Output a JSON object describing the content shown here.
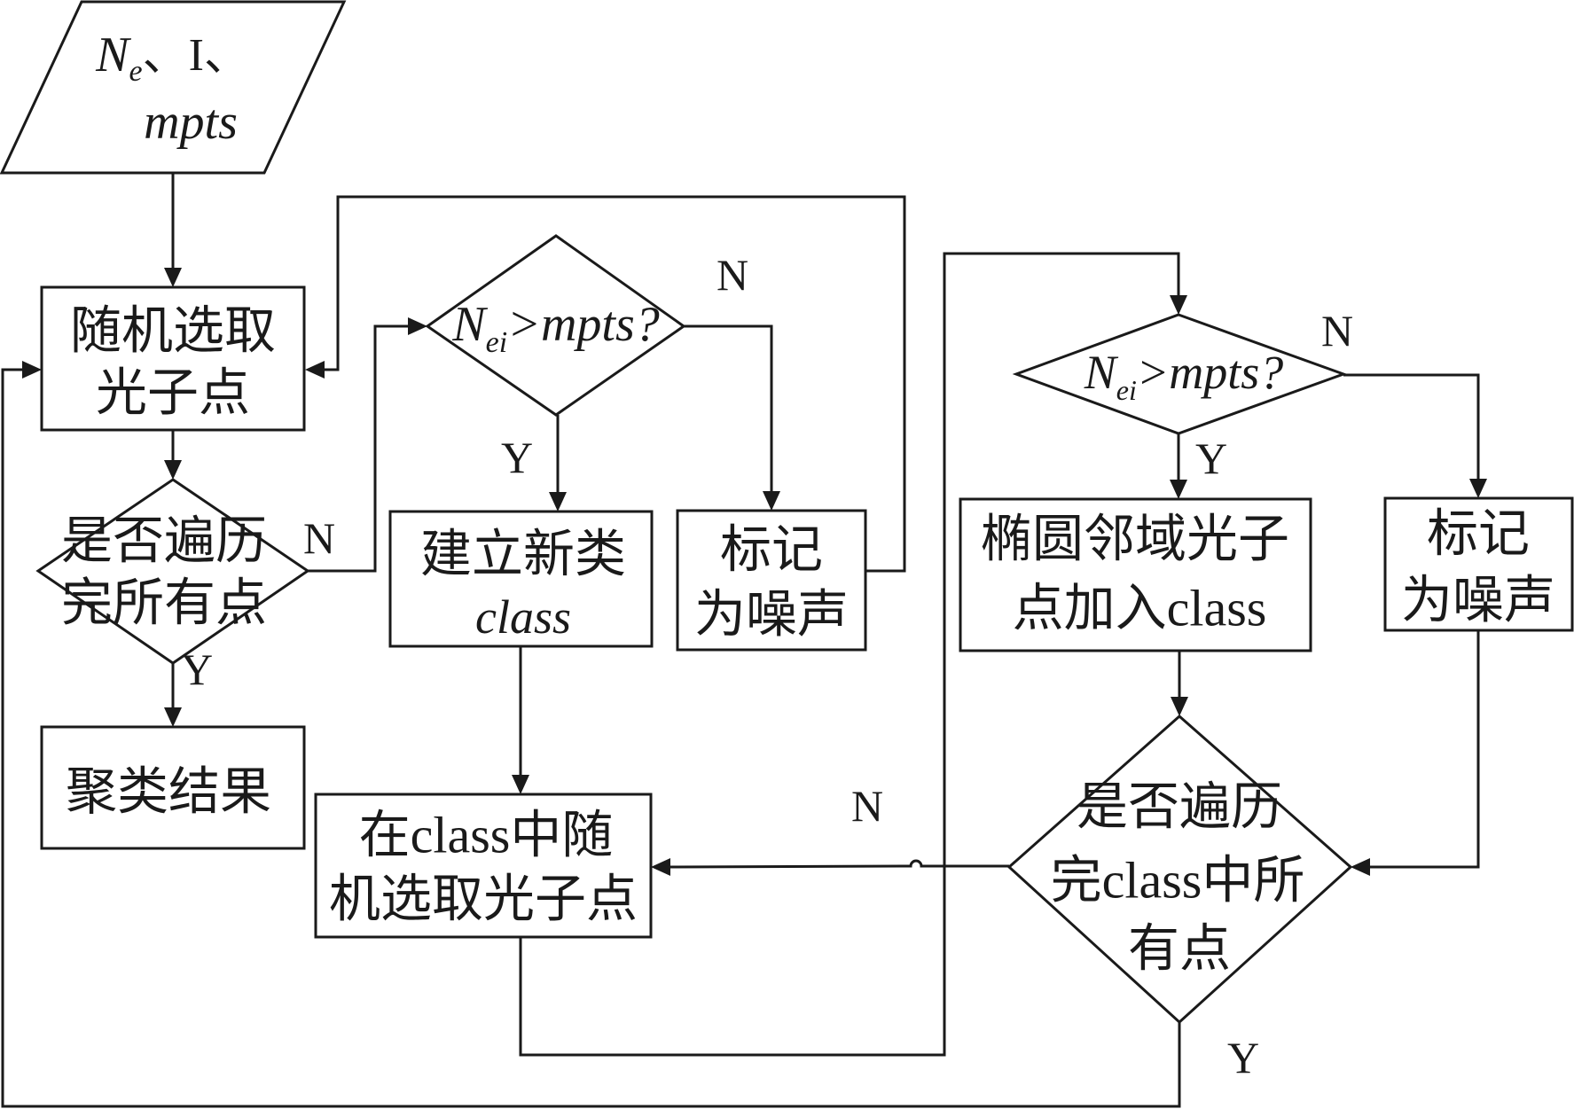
{
  "diagram": {
    "type": "flowchart",
    "colors": {
      "stroke": "#1a1a1a",
      "background": "#ffffff"
    },
    "nodes": {
      "input": {
        "shape": "parallelogram",
        "line1_main": "N",
        "line1_sub": "e",
        "line1_rest": "、I、",
        "line2": "mpts"
      },
      "select_random": {
        "shape": "rect",
        "lines": [
          "随机选取",
          "光子点"
        ]
      },
      "all_traversed": {
        "shape": "diamond",
        "lines": [
          "是否遍历",
          "完所有点"
        ]
      },
      "cluster_result": {
        "shape": "rect",
        "lines": [
          "聚类结果"
        ]
      },
      "cond_mpts_1": {
        "shape": "diamond",
        "main": "N",
        "sub": "ei",
        "rest": ">mpts?"
      },
      "new_class": {
        "shape": "rect",
        "lines": [
          "建立新类",
          "class"
        ]
      },
      "mark_noise_1": {
        "shape": "rect",
        "lines": [
          "标记",
          "为噪声"
        ]
      },
      "class_select_random": {
        "shape": "rect",
        "lines": [
          "在class中随",
          "机选取光子点"
        ]
      },
      "cond_mpts_2": {
        "shape": "diamond",
        "main": "N",
        "sub": "ei",
        "rest": ">mpts?"
      },
      "add_to_class": {
        "shape": "rect",
        "lines": [
          "椭圆邻域光子",
          "点加入class"
        ]
      },
      "mark_noise_2": {
        "shape": "rect",
        "lines": [
          "标记",
          "为噪声"
        ]
      },
      "class_traversed": {
        "shape": "diamond",
        "lines": [
          "是否遍历",
          "完class中所",
          "有点"
        ]
      }
    },
    "edge_labels": {
      "all_traversed_no": "N",
      "all_traversed_yes": "Y",
      "cond1_no": "N",
      "cond1_yes": "Y",
      "cond2_no": "N",
      "cond2_yes": "Y",
      "class_traversed_no": "N",
      "class_traversed_yes": "Y"
    },
    "edges": [
      {
        "from": "input",
        "to": "select_random"
      },
      {
        "from": "select_random",
        "to": "all_traversed"
      },
      {
        "from": "all_traversed",
        "to": "cluster_result",
        "label": "Y"
      },
      {
        "from": "all_traversed",
        "to": "cond_mpts_1",
        "label": "N"
      },
      {
        "from": "cond_mpts_1",
        "to": "new_class",
        "label": "Y"
      },
      {
        "from": "cond_mpts_1",
        "to": "mark_noise_1",
        "label": "N"
      },
      {
        "from": "mark_noise_1",
        "to": "select_random"
      },
      {
        "from": "new_class",
        "to": "class_select_random"
      },
      {
        "from": "class_select_random",
        "to": "cond_mpts_2"
      },
      {
        "from": "cond_mpts_2",
        "to": "add_to_class",
        "label": "Y"
      },
      {
        "from": "cond_mpts_2",
        "to": "mark_noise_2",
        "label": "N"
      },
      {
        "from": "add_to_class",
        "to": "class_traversed"
      },
      {
        "from": "mark_noise_2",
        "to": "class_traversed"
      },
      {
        "from": "class_traversed",
        "to": "class_select_random",
        "label": "N"
      },
      {
        "from": "class_traversed",
        "to": "select_random",
        "label": "Y"
      }
    ]
  }
}
